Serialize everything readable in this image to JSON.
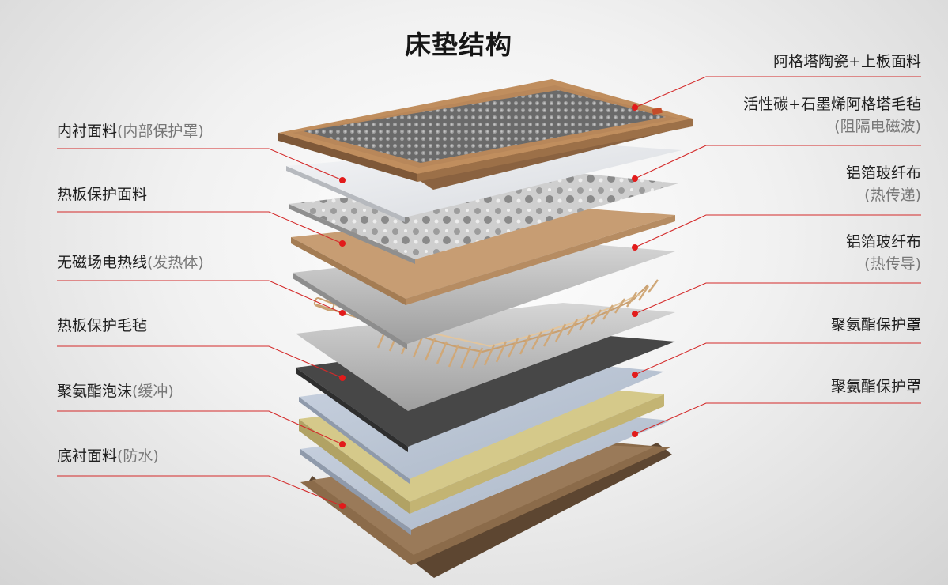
{
  "title": "床垫结构",
  "left_labels": [
    {
      "main": "内衬面料",
      "sub": "(内部保护罩)"
    },
    {
      "main": "热板保护面料",
      "sub": ""
    },
    {
      "main": "无磁场电热线",
      "sub": "(发热体)"
    },
    {
      "main": "热板保护毛毡",
      "sub": ""
    },
    {
      "main": "聚氨酯泡沫",
      "sub": "(缓冲)"
    },
    {
      "main": "底衬面料",
      "sub": "(防水)"
    }
  ],
  "right_labels": [
    {
      "main": "阿格塔陶瓷+上板面料",
      "sub": ""
    },
    {
      "main": "活性碳+石墨烯阿格塔毛毡",
      "sub": "(阻隔电磁波)"
    },
    {
      "main": "铝箔玻纤布",
      "sub": "(热传递)"
    },
    {
      "main": "铝箔玻纤布",
      "sub": "(热传导)"
    },
    {
      "main": "聚氨酯保护罩",
      "sub": ""
    },
    {
      "main": "聚氨酯保护罩",
      "sub": ""
    }
  ],
  "colors": {
    "leader_line": "#d42a2a",
    "dot": "#e21b1b",
    "ceramic_frame": "#b8875a",
    "protect_fabric": "#c79d73",
    "felt_dark": "#474747",
    "foam": "#d5c98a",
    "bottom_fabric": "#8b6b4a"
  }
}
